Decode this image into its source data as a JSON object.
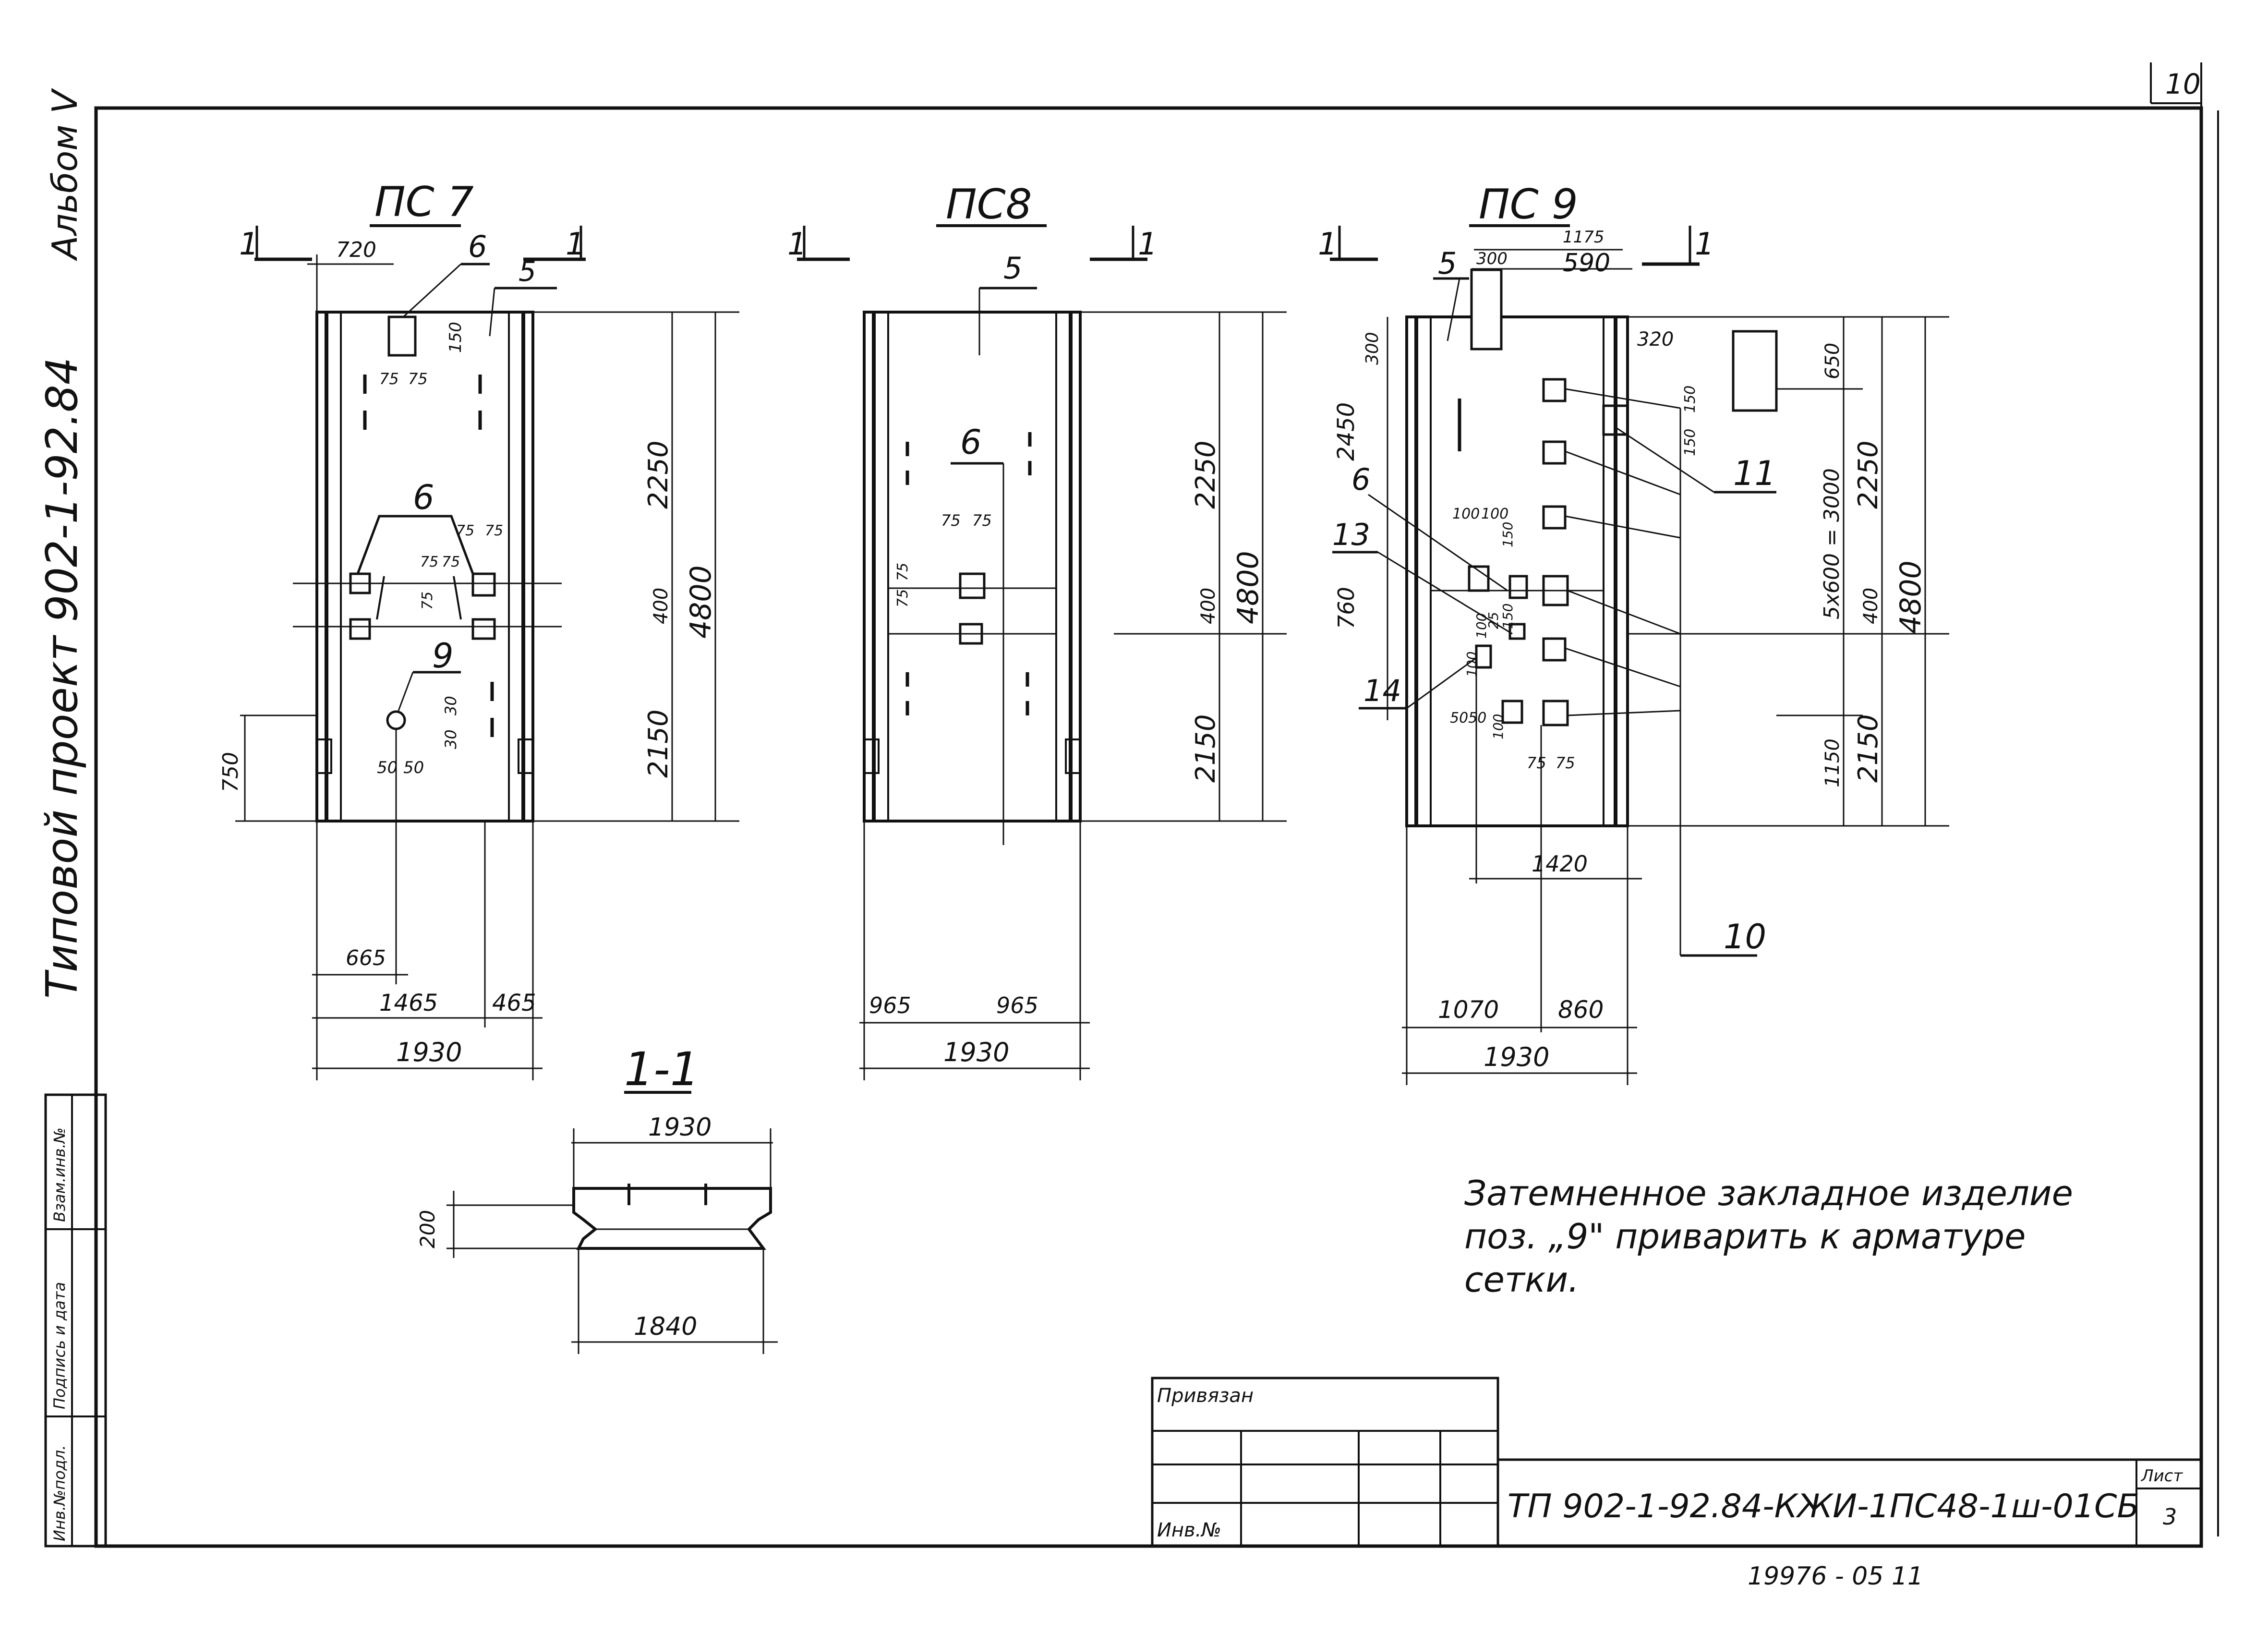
{
  "sheet_number": "10",
  "side": {
    "album": "Альбом V",
    "project": "Типовой проект 902-1-92.84"
  },
  "stamp_columns": [
    "Инв.№подл.",
    "Подпись и дата",
    "Взам.инв.№"
  ],
  "views": {
    "ps7": {
      "title": "ПС 7",
      "section_mark": "1",
      "callouts": [
        "6",
        "5",
        "6",
        "9"
      ],
      "dims": {
        "top_720": "720",
        "top_150": "150",
        "top_75a": "75",
        "top_75b": "75",
        "mid_75a": "75",
        "mid_75b": "75",
        "mid_75c": "75",
        "mid_75d": "75",
        "mid_75e": "75",
        "low_30a": "30",
        "low_30b": "30",
        "low_50a": "50",
        "low_50b": "50",
        "v_750": "750",
        "v_2250": "2250",
        "v_400": "400",
        "v_2150": "2150",
        "v_4800": "4800",
        "b_665": "665",
        "b_1465": "1465",
        "b_465": "465",
        "b_1930": "1930"
      }
    },
    "ps8": {
      "title": "ПС8",
      "section_mark": "1",
      "callouts": [
        "5",
        "6"
      ],
      "dims": {
        "m_75a": "75",
        "m_75b": "75",
        "m_75c": "75",
        "m_75d": "75",
        "v_2250": "2250",
        "v_400": "400",
        "v_2150": "2150",
        "v_4800": "4800",
        "b_965a": "965",
        "b_965b": "965",
        "b_1930": "1930"
      }
    },
    "ps9": {
      "title": "ПС 9",
      "section_mark": "1",
      "callouts": [
        "5",
        "11",
        "6",
        "13",
        "14",
        "10"
      ],
      "dims": {
        "t_1175": "1175",
        "t_300": "300",
        "t_590": "590",
        "t_300v": "300",
        "t_320": "320",
        "t_150a": "150",
        "t_150b": "150",
        "l_2450": "2450",
        "l_760": "760",
        "m_100a": "100",
        "m_100b": "100",
        "m_150": "150",
        "m_25": "25",
        "m_150b": "150",
        "m_100c": "100",
        "m_100d": "100",
        "m_5050": "5050",
        "m_100e": "100",
        "m_75a": "75",
        "m_75b": "75",
        "v_650": "650",
        "v_5x600": "5х600 = 3000",
        "v_1150": "1150",
        "v_2250": "2250",
        "v_400": "400",
        "v_2150": "2150",
        "v_4800": "4800",
        "b_1420": "1420",
        "b_1070": "1070",
        "b_860": "860",
        "b_1930": "1930"
      }
    },
    "section": {
      "title": "1-1",
      "dims": {
        "top_1930": "1930",
        "h_200": "200",
        "bot_1840": "1840"
      }
    }
  },
  "note": {
    "line1": "Затемненное закладное изделие",
    "line2": "поз. „9\" приварить к арматуре",
    "line3": "сетки."
  },
  "title_block": {
    "privyazan": "Привязан",
    "inv_no": "Инв.№",
    "designation": "ТП 902-1-92.84-КЖИ-1ПС48-1ш-01СБ",
    "sheet_label": "Лист",
    "sheet_value": "3"
  },
  "bottom_code": "19976 - 05 11"
}
